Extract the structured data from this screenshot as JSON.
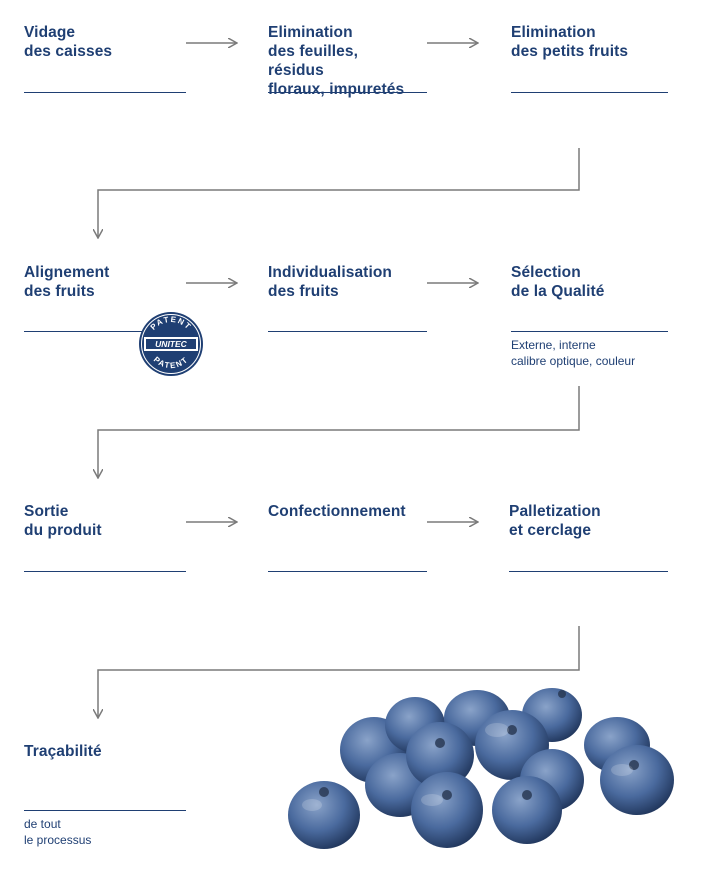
{
  "steps": [
    {
      "id": "vidage",
      "title": "Vidage\ndes caisses"
    },
    {
      "id": "elim-feuilles",
      "title": "Elimination\ndes feuilles,\nrésidus\nfloraux, impuretés"
    },
    {
      "id": "elim-petits",
      "title": "Elimination\ndes petits fruits"
    },
    {
      "id": "alignement",
      "title": "Alignement\ndes fruits"
    },
    {
      "id": "individualisation",
      "title": "Individualisation\ndes fruits"
    },
    {
      "id": "selection",
      "title": "Sélection\nde la Qualité",
      "note": "Externe, interne\ncalibre optique, couleur"
    },
    {
      "id": "sortie",
      "title": "Sortie\ndu produit"
    },
    {
      "id": "confection",
      "title": "Confectionnement"
    },
    {
      "id": "palletization",
      "title": "Palletization\net cerclage"
    },
    {
      "id": "tracabilite",
      "title": "Traçabilité",
      "note": "de tout\nle processus"
    }
  ],
  "badge": {
    "top_text": "PATENT",
    "center_text": "UNITEC",
    "bottom_text": "PATENT"
  },
  "colors": {
    "text": "#1f3f73",
    "arrow": "#7a7a7a",
    "badge": "#1f3f73",
    "berry": "#4a6a9e"
  }
}
